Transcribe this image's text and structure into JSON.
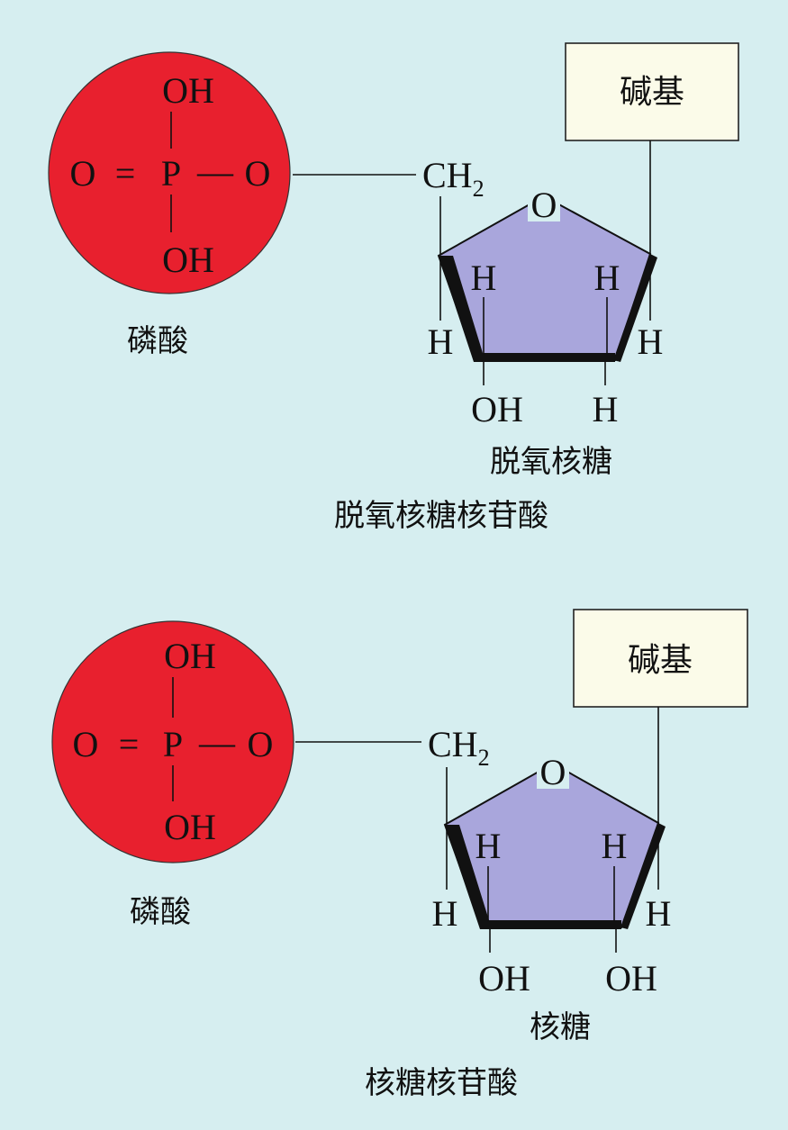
{
  "diagrams": [
    {
      "phosphate": {
        "top": "OH",
        "left": "O",
        "double_bond": "=",
        "center": "P",
        "dash": "—",
        "right": "O",
        "bottom": "OH",
        "label": "磷酸",
        "fill_color": "#e8202e"
      },
      "ch2": {
        "main": "CH",
        "sub": "2"
      },
      "base_label": "碱基",
      "ring_oxygen": "O",
      "ring_h_left": "H",
      "ring_h_right": "H",
      "outer_h_left": "H",
      "outer_h_right": "H",
      "c3_group": "OH",
      "c2_group": "H",
      "sugar_label": "脱氧核糖",
      "title": "脱氧核糖核苷酸"
    },
    {
      "phosphate": {
        "top": "OH",
        "left": "O",
        "double_bond": "=",
        "center": "P",
        "dash": "—",
        "right": "O",
        "bottom": "OH",
        "label": "磷酸",
        "fill_color": "#e8202e"
      },
      "ch2": {
        "main": "CH",
        "sub": "2"
      },
      "base_label": "碱基",
      "ring_oxygen": "O",
      "ring_h_left": "H",
      "ring_h_right": "H",
      "outer_h_left": "H",
      "outer_h_right": "H",
      "c3_group": "OH",
      "c2_group": "OH",
      "sugar_label": "核糖",
      "title": "核糖核苷酸"
    }
  ],
  "colors": {
    "background": "#d6eef0",
    "phosphate": "#e8202e",
    "sugar_ring": "#a9a6dc",
    "base_box": "#fbfbe9"
  }
}
